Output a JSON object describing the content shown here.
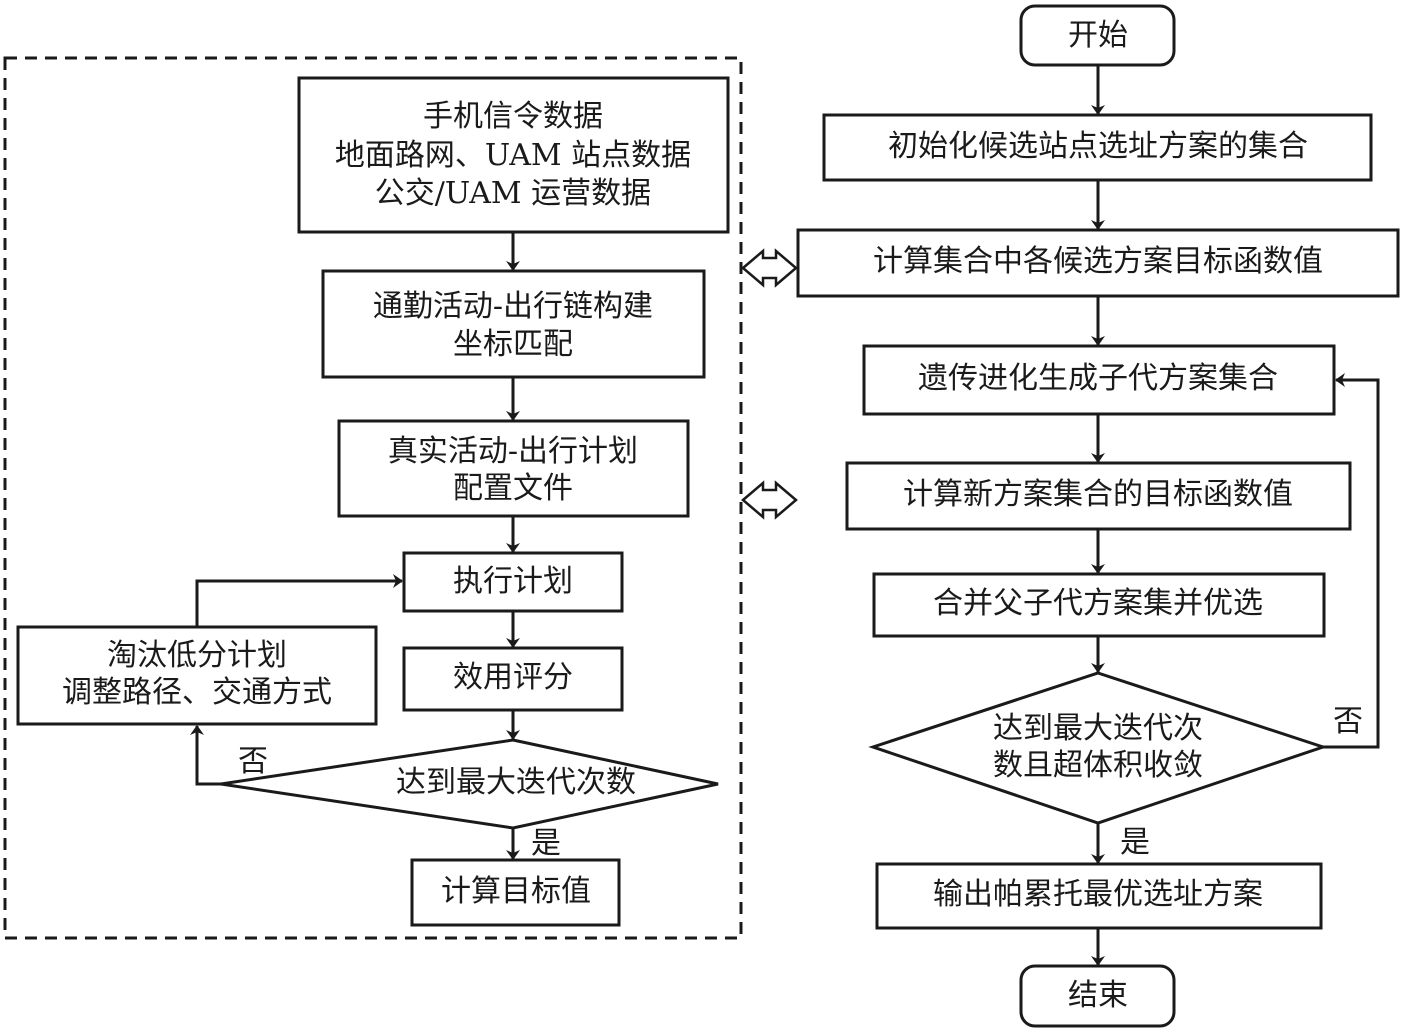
{
  "left_panel": {
    "data_inputs": [
      "手机信令数据",
      "地面路网、UAM 站点数据",
      "公交/UAM 运营数据"
    ],
    "chain_build": [
      "通勤活动-出行链构建",
      "坐标匹配"
    ],
    "plan_file": [
      "真实活动-出行计划",
      "配置文件"
    ],
    "execute_plan": "执行计划",
    "utility_score": "效用评分",
    "replan": [
      "淘汰低分计划",
      "调整路径、交通方式"
    ],
    "decision": "达到最大迭代次数",
    "no_label": "否",
    "yes_label": "是",
    "compute_target": "计算目标值"
  },
  "right_panel": {
    "start": "开始",
    "init_set": "初始化候选站点选址方案的集合",
    "eval_set": "计算集合中各候选方案目标函数值",
    "genetic": "遗传进化生成子代方案集合",
    "eval_new": "计算新方案集合的目标函数值",
    "merge": "合并父子代方案集并优选",
    "decision": [
      "达到最大迭代次",
      "数且超体积收敛"
    ],
    "no_label": "否",
    "yes_label": "是",
    "output": "输出帕累托最优选址方案",
    "end": "结束"
  }
}
